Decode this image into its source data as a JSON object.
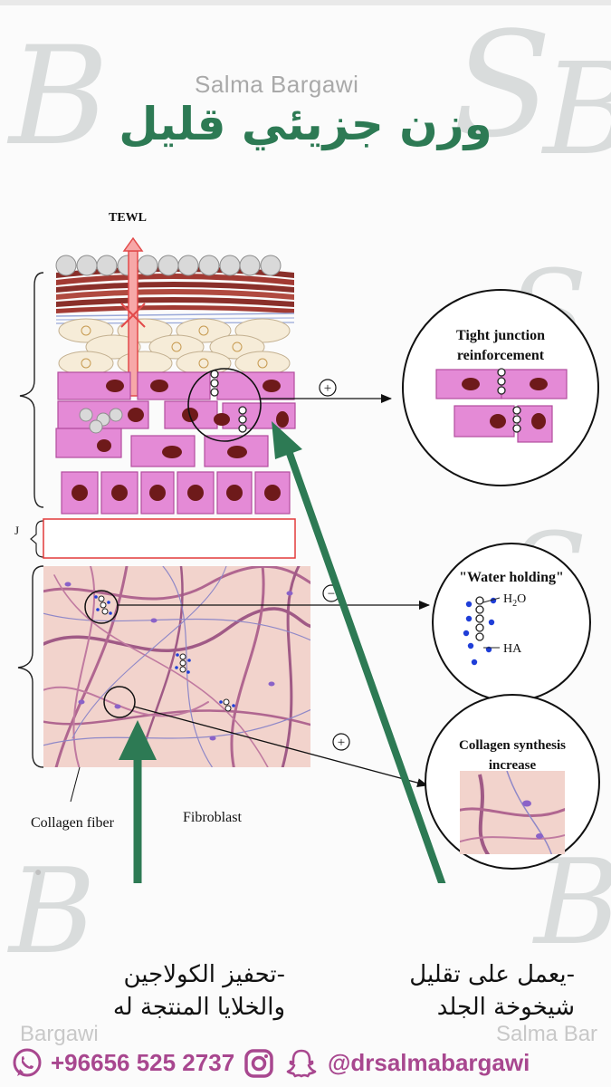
{
  "brand_watermark": "Salma Bargawi",
  "title": "وزن جزيئي قليل",
  "diagram": {
    "tewl_label": "TEWL",
    "j_label": "J",
    "plus_symbol": "+",
    "minus_symbol": "−",
    "callout_tight": [
      "Tight junction",
      "reinforcement"
    ],
    "callout_water": "\"Water holding\"",
    "h2o_label": "H",
    "h2o_sub": "2",
    "h2o_o": "O",
    "ha_label": "HA",
    "callout_collagen": [
      "Collagen synthesis",
      "increase"
    ],
    "collagen_fiber_label": "Collagen fiber",
    "fibroblast_label": "Fibroblast"
  },
  "captions": {
    "left": [
      "-تحفيز الكولاجين",
      "والخلايا المنتجة له"
    ],
    "right": [
      "-يعمل على تقليل",
      "شيخوخة الجلد"
    ]
  },
  "footer": {
    "phone": "+96656 525 2737",
    "handle": "@drsalmabargawi",
    "watermark_left": "Bargawi",
    "watermark_right": "Salma Bar"
  },
  "colors": {
    "title_green": "#2d7a54",
    "arrow_green": "#2d7a54",
    "footer_purple": "#a8478f",
    "cell_pink": "#e48ad6",
    "nucleus": "#6e1a1a",
    "dermis": "#f2d3cc"
  },
  "icons": [
    "whatsapp-icon",
    "instagram-icon",
    "snapchat-icon"
  ]
}
